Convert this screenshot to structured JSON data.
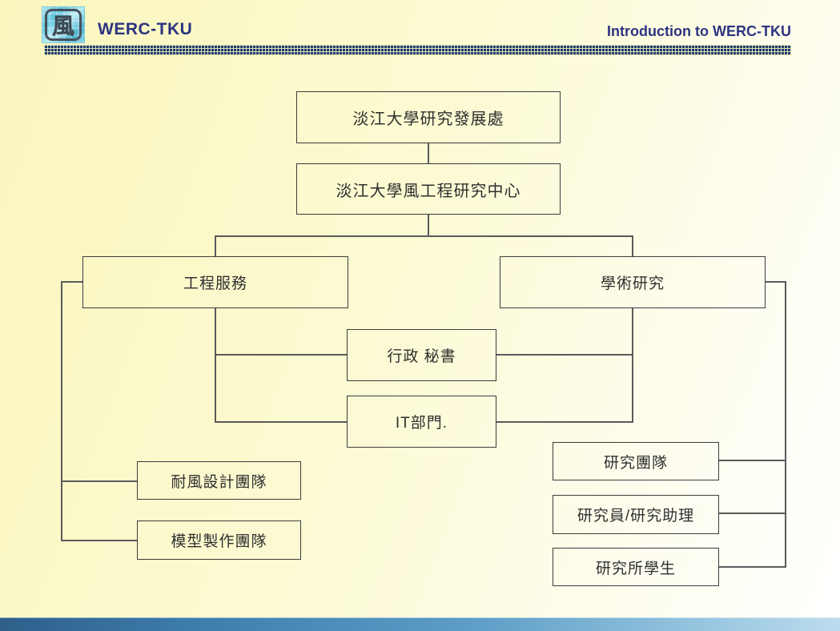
{
  "header": {
    "brand": "WERC-TKU",
    "title": "Introduction to WERC-TKU",
    "logo_glyph": "風"
  },
  "colors": {
    "background_yellow": "#FAF6BE",
    "background_white": "#FFFFFF",
    "accent_navy": "#2B3480",
    "dotted_rule_navy": "#1E3C6E",
    "box_border": "#3C3C3C",
    "box_text": "#2F2F2F",
    "connector_gray": "#5A5A5A",
    "bottom_bar_dark_blue": "#2E5F8A",
    "bottom_bar_light_blue": "#BCDCEE",
    "logo_cyan": "#5EC5DD"
  },
  "diagram": {
    "type": "org-chart",
    "nodes": [
      {
        "id": "rdo",
        "label": "淡江大學研究發展處",
        "parent": null
      },
      {
        "id": "werc",
        "label": "淡江大學風工程研究中心",
        "parent": "rdo"
      },
      {
        "id": "eng",
        "label": "工程服務",
        "parent": "werc"
      },
      {
        "id": "acad",
        "label": "學術研究",
        "parent": "werc"
      },
      {
        "id": "admin",
        "label": "行政 秘書",
        "parent": "eng, acad"
      },
      {
        "id": "it",
        "label": "IT部門.",
        "parent": "eng, acad"
      },
      {
        "id": "wind",
        "label": "耐風設計團隊",
        "parent": "eng"
      },
      {
        "id": "model",
        "label": "模型製作團隊",
        "parent": "eng"
      },
      {
        "id": "team",
        "label": "研究團隊",
        "parent": "acad"
      },
      {
        "id": "assist",
        "label": "研究員/研究助理",
        "parent": "acad"
      },
      {
        "id": "stud",
        "label": "研究所學生",
        "parent": "acad"
      }
    ]
  }
}
